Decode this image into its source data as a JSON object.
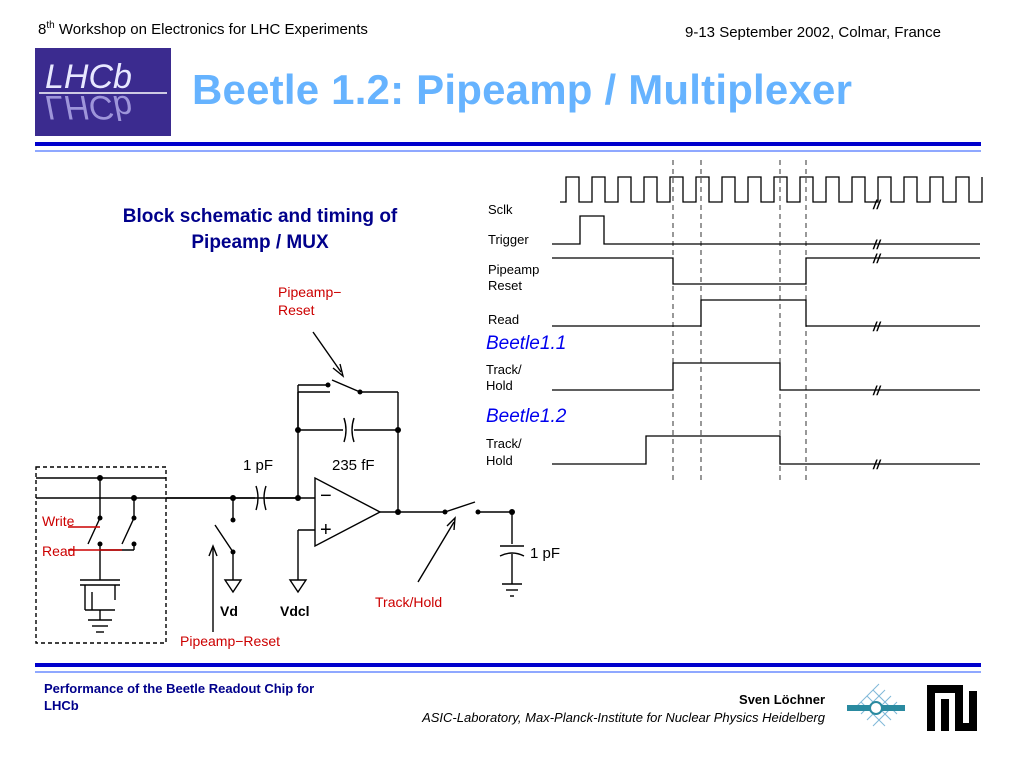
{
  "header": {
    "workshop_num": "8",
    "workshop_sup": "th",
    "workshop_rest": " Workshop on Electronics for LHC Experiments",
    "date_location": "9-13 September 2002, Colmar, France",
    "logo_text": "LHCb"
  },
  "title": "Beetle 1.2: Pipeamp / Multiplexer",
  "subtitle_line1": "Block schematic and timing of",
  "subtitle_line2": "Pipeamp / MUX",
  "schematic": {
    "pipeamp_reset_top_1": "Pipeamp−",
    "pipeamp_reset_top_2": "Reset",
    "cap_input": "1 pF",
    "cap_feedback": "235 fF",
    "write": "Write",
    "read": "Read",
    "vd": "Vd",
    "vdcl": "Vdcl",
    "cap_output": "1 pF",
    "track_hold": "Track/Hold",
    "pipeamp_reset_bottom": "Pipeamp−Reset",
    "opamp_minus": "−",
    "opamp_plus": "+"
  },
  "timing": {
    "sclk": "Sclk",
    "trigger": "Trigger",
    "pipeamp_1": "Pipeamp",
    "pipeamp_2": "Reset",
    "read": "Read",
    "beetle11": "Beetle1.1",
    "trackhold1_1": "Track/",
    "trackhold1_2": "Hold",
    "beetle12": "Beetle1.2",
    "trackhold2_1": "Track/",
    "trackhold2_2": "Hold",
    "break_mark": "//"
  },
  "footer": {
    "left_line1": "Performance of the Beetle Readout Chip for",
    "left_line2": "LHCb",
    "author": "Sven Löchner",
    "institute": "ASIC-Laboratory, Max-Planck-Institute for Nuclear Physics Heidelberg"
  },
  "colors": {
    "title": "#66b3ff",
    "rule": "#0000cc",
    "subtitle": "#00008b",
    "red_labels": "#cc0000",
    "beetle_labels": "#0000ee",
    "logo_bg": "#3b2b8f"
  }
}
